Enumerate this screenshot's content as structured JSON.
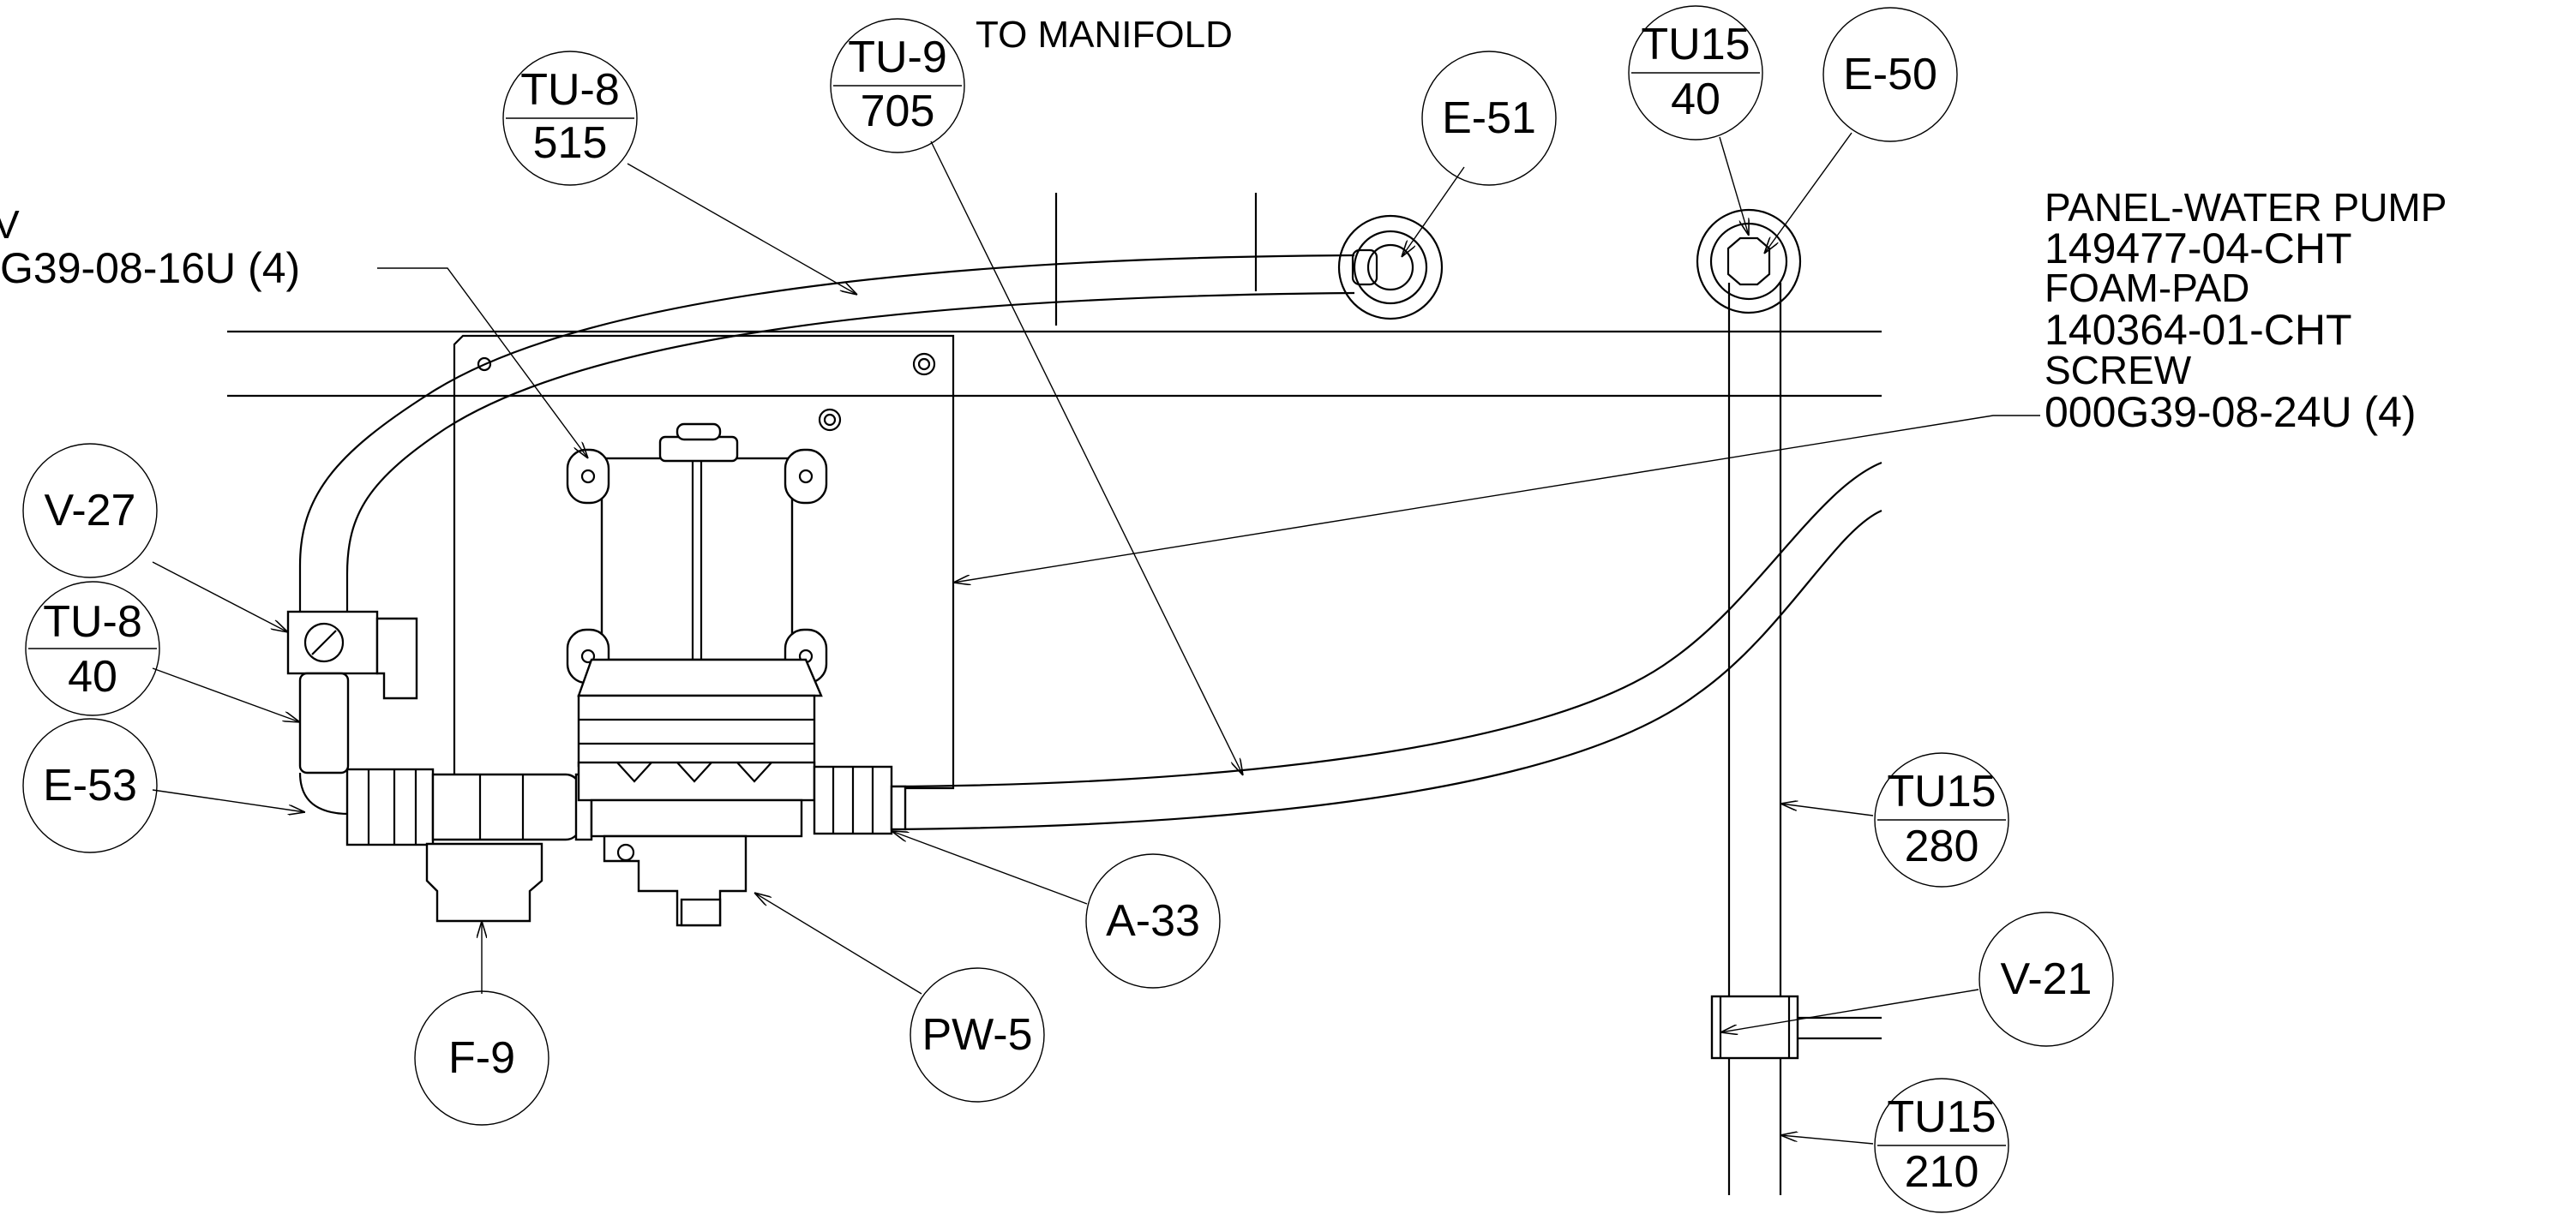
{
  "header": {
    "to_manifold": "TO MANIFOLD"
  },
  "left_note": {
    "line1": "V",
    "line2": "G39-08-16U (4)"
  },
  "right_note": {
    "line1": "PANEL-WATER PUMP",
    "line2": "149477-04-CHT",
    "line3": "FOAM-PAD",
    "line4": "140364-01-CHT",
    "line5": "SCREW",
    "line6": "000G39-08-24U (4)"
  },
  "callouts": {
    "tu8_top": {
      "top": "TU-8",
      "bottom": "515"
    },
    "tu9": {
      "top": "TU-9",
      "bottom": "705"
    },
    "e51": {
      "label": "E-51"
    },
    "tu15_top": {
      "top": "TU15",
      "bottom": "40"
    },
    "e50": {
      "label": "E-50"
    },
    "v27": {
      "label": "V-27"
    },
    "tu8_left": {
      "top": "TU-8",
      "bottom": "40"
    },
    "e53": {
      "label": "E-53"
    },
    "f9": {
      "label": "F-9"
    },
    "pw5": {
      "label": "PW-5"
    },
    "a33": {
      "label": "A-33"
    },
    "tu15_mid": {
      "top": "TU15",
      "bottom": "280"
    },
    "v21": {
      "label": "V-21"
    },
    "tu15_bot": {
      "top": "TU15",
      "bottom": "210"
    }
  }
}
